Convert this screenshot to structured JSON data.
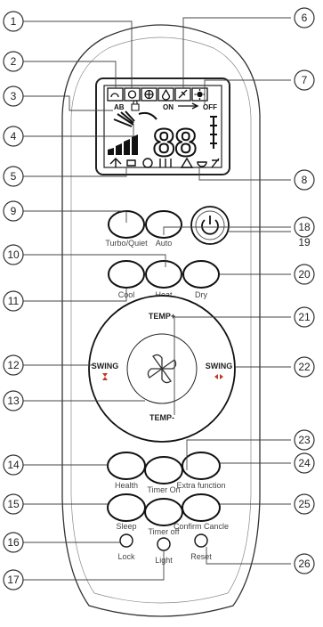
{
  "lcd": {
    "ab": "AB",
    "on": "ON",
    "off": "OFF",
    "digits": "88"
  },
  "buttons": {
    "turbo": "Turbo/Quiet",
    "auto": "Auto",
    "cool": "Cool",
    "heat": "Heat",
    "dry": "Dry",
    "health": "Health",
    "timer_on": "Timer On",
    "extra": "Extra function",
    "sleep": "Sleep",
    "timer_off": "Timer off",
    "confirm": "Confirm Cancle",
    "lock": "Lock",
    "light": "Light",
    "reset": "Reset"
  },
  "dial": {
    "temp_plus": "TEMP+",
    "temp_minus": "TEMP-",
    "swing_left": "SWING",
    "swing_right": "SWING"
  },
  "callouts": [
    "1",
    "2",
    "3",
    "4",
    "5",
    "6",
    "7",
    "8",
    "9",
    "10",
    "11",
    "12",
    "13",
    "14",
    "15",
    "16",
    "17",
    "18",
    "19",
    "20",
    "21",
    "22",
    "23",
    "24",
    "25",
    "26"
  ]
}
